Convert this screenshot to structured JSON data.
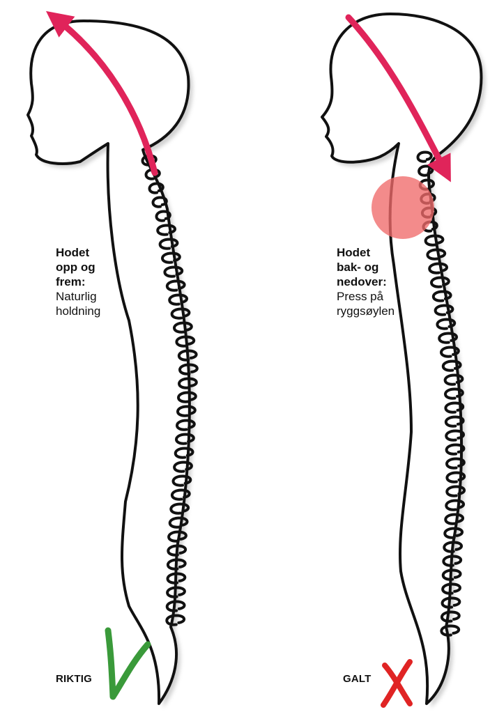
{
  "panels": [
    {
      "id": "correct",
      "caption_bold": [
        "Hodet",
        "opp og",
        "frem:"
      ],
      "caption_normal": [
        "Naturlig",
        "holdning"
      ],
      "verdict": "RIKTIG",
      "verdict_mark": "check-mark-icon",
      "verdict_color": "#3a9a3a",
      "arrow_direction": "up-forward"
    },
    {
      "id": "wrong",
      "caption_bold": [
        "Hodet",
        "bak- og",
        "nedover:"
      ],
      "caption_normal": [
        "Press på",
        "ryggsøylen"
      ],
      "verdict": "GALT",
      "verdict_mark": "cross-mark-icon",
      "verdict_color": "#e02424",
      "arrow_direction": "back-down",
      "pressure_highlight": true
    }
  ],
  "colors": {
    "arrow": "#e0245a",
    "pressure_circle": "#ef6a6a",
    "outline": "#111111",
    "shadow": "#bdbdbd"
  }
}
